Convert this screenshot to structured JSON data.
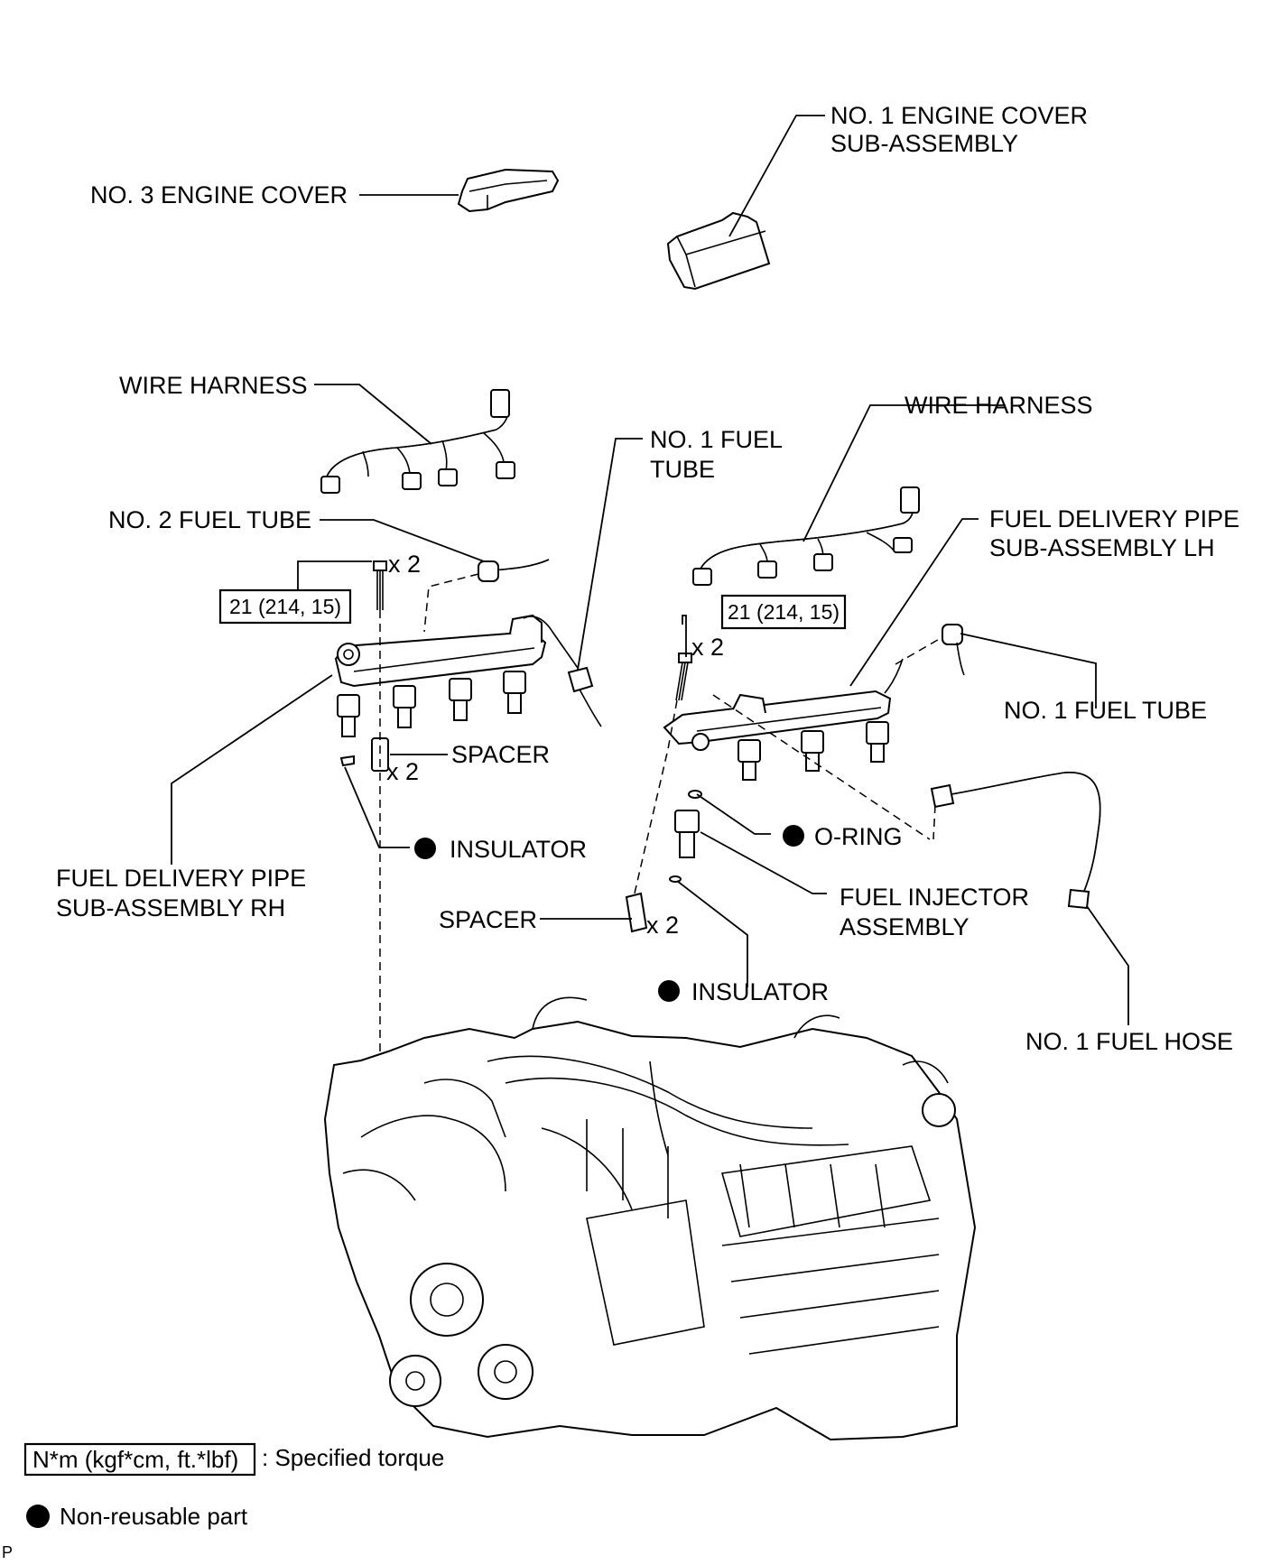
{
  "labels": {
    "no3_engine_cover": "NO. 3 ENGINE COVER",
    "no1_engine_cover_l1": "NO. 1 ENGINE COVER",
    "no1_engine_cover_l2": "SUB-ASSEMBLY",
    "wire_harness_rh": "WIRE HARNESS",
    "wire_harness_lh": "WIRE HARNESS",
    "no1_fuel_tube_top_l1": "NO. 1 FUEL",
    "no1_fuel_tube_top_l2": "TUBE",
    "no2_fuel_tube": "NO. 2 FUEL TUBE",
    "fuel_delivery_lh_l1": "FUEL DELIVERY PIPE",
    "fuel_delivery_lh_l2": "SUB-ASSEMBLY LH",
    "torque_rh": "21 (214, 15)",
    "torque_lh": "21 (214, 15)",
    "qty_bolt_rh": "x 2",
    "qty_bolt_lh": "x 2",
    "no1_fuel_tube_right": "NO. 1 FUEL TUBE",
    "spacer_rh": "SPACER",
    "qty_spacer_rh": "x 2",
    "insulator_rh": "INSULATOR",
    "o_ring": "O-RING",
    "fuel_delivery_rh_l1": "FUEL DELIVERY PIPE",
    "fuel_delivery_rh_l2": "SUB-ASSEMBLY RH",
    "fuel_injector_l1": "FUEL INJECTOR",
    "fuel_injector_l2": "ASSEMBLY",
    "spacer_lh": "SPACER",
    "qty_spacer_lh": "x 2",
    "insulator_lh": "INSULATOR",
    "no1_fuel_hose": "NO. 1 FUEL HOSE"
  },
  "legend": {
    "torque_box": "N*m (kgf*cm, ft.*lbf)",
    "torque_desc": ": Specified torque",
    "nonreusable_desc": "Non-reusable part"
  },
  "corner_mark": "P"
}
